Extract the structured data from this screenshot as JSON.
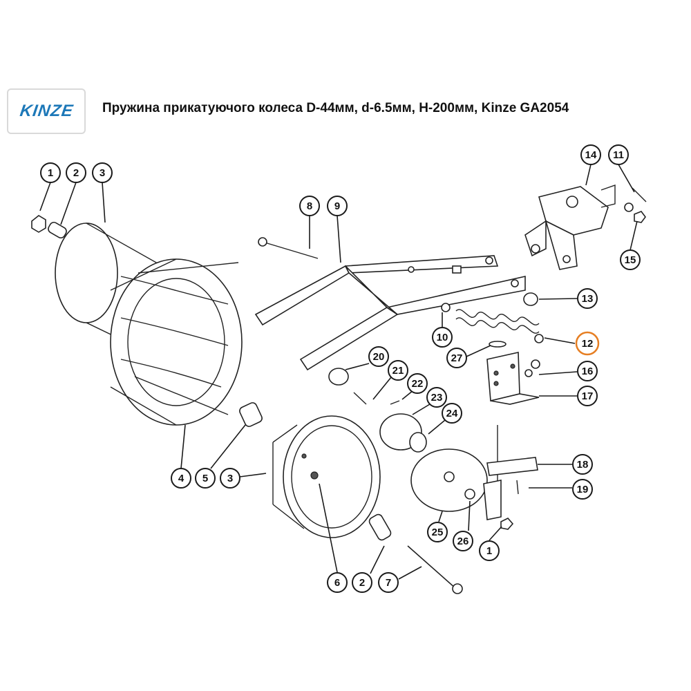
{
  "logo": {
    "brand": "KINZE"
  },
  "title": "Пружина прикатуючого колеса D-44мм, d-6.5мм, H-200мм, Kinze GA2054",
  "callouts": {
    "c1a": "1",
    "c2a": "2",
    "c3a": "3",
    "c8": "8",
    "c9": "9",
    "c14": "14",
    "c11": "11",
    "c15": "15",
    "c13": "13",
    "c10": "10",
    "c12": "12",
    "c27": "27",
    "c20": "20",
    "c21": "21",
    "c16": "16",
    "c22": "22",
    "c23": "23",
    "c17": "17",
    "c24": "24",
    "c4": "4",
    "c5": "5",
    "c3b": "3",
    "c18": "18",
    "c19": "19",
    "c25": "25",
    "c26": "26",
    "c1b": "1",
    "c6": "6",
    "c2b": "2",
    "c7": "7"
  },
  "highlight_color": "#e67e22",
  "brand_color": "#1d78b8"
}
